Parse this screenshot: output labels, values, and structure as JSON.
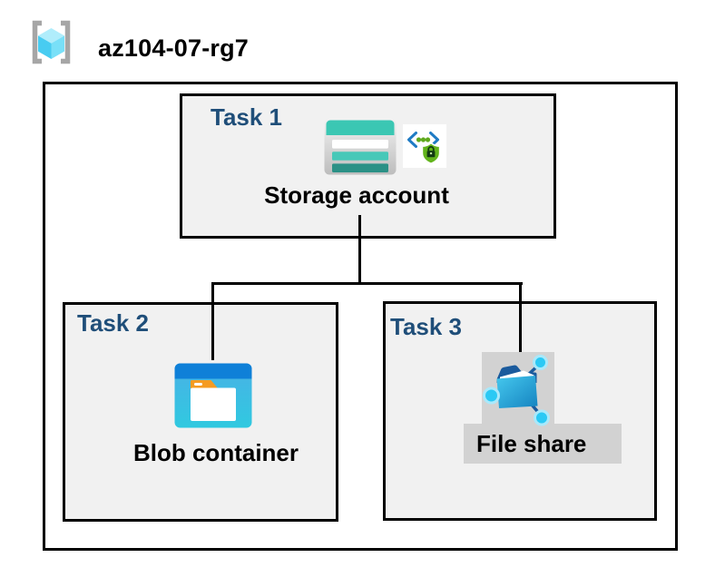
{
  "header": {
    "resource_group": "az104-07-rg7"
  },
  "diagram": {
    "tasks": [
      {
        "label": "Task 1",
        "resource": "Storage account"
      },
      {
        "label": "Task 2",
        "resource": "Blob container"
      },
      {
        "label": "Task 3",
        "resource": "File share"
      }
    ]
  },
  "icons": {
    "resource_group": "resource-group-icon",
    "storage_account": "storage-account-icon",
    "secure_access": "secure-access-lock-icon",
    "blob_container": "blob-container-icon",
    "file_share": "file-share-icon"
  },
  "colors": {
    "task_label_navy": "#1f4e79",
    "box_fill_gray": "#f1f1f1",
    "file_share_bg_gray": "#d2d2d2",
    "connector_black": "#000000",
    "storage_teal": "#3bc7b3",
    "storage_teal_mid": "#47c8b8",
    "storage_teal_dark": "#2b9186",
    "blob_top_blue": "#0f80d8",
    "blob_body_cyan": "#30c9e0",
    "blob_tab_orange": "#f59b22",
    "fileshare_navy": "#1b5b9d",
    "fileshare_node_cyan": "#2bc9f4",
    "shield_green": "#62b41c",
    "bracket_gray": "#a6a6a6",
    "cube_cyan": "#48ccf1"
  }
}
